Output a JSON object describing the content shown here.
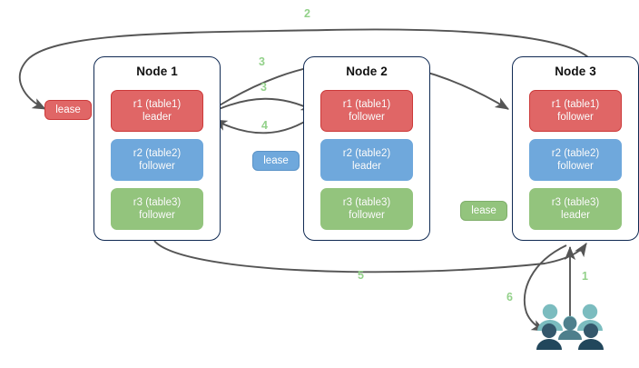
{
  "diagram": {
    "title": "Raft multi-node replica lease diagram",
    "background": "#ffffff",
    "colors": {
      "leader_red": "#e06666",
      "replica_blue": "#6fa8dc",
      "replica_green": "#93c47d",
      "node_border": "#102a53",
      "edge": "#555555",
      "label_green": "#93d18a",
      "users_light": "#7bbcbf",
      "users_dark": "#34576b"
    }
  },
  "nodes": [
    {
      "title": "Node 1",
      "replicas": [
        {
          "name": "r1 (table1)",
          "role": "leader",
          "color": "red"
        },
        {
          "name": "r2 (table2)",
          "role": "follower",
          "color": "blue"
        },
        {
          "name": "r3 (table3)",
          "role": "follower",
          "color": "green"
        }
      ]
    },
    {
      "title": "Node 2",
      "replicas": [
        {
          "name": "r1 (table1)",
          "role": "follower",
          "color": "red"
        },
        {
          "name": "r2 (table2)",
          "role": "leader",
          "color": "blue"
        },
        {
          "name": "r3 (table3)",
          "role": "follower",
          "color": "green"
        }
      ]
    },
    {
      "title": "Node 3",
      "replicas": [
        {
          "name": "r1 (table1)",
          "role": "follower",
          "color": "red"
        },
        {
          "name": "r2 (table2)",
          "role": "follower",
          "color": "blue"
        },
        {
          "name": "r3 (table3)",
          "role": "leader",
          "color": "green"
        }
      ]
    }
  ],
  "leases": [
    {
      "label": "lease",
      "color": "red"
    },
    {
      "label": "lease",
      "color": "blue"
    },
    {
      "label": "lease",
      "color": "green"
    }
  ],
  "edge_labels": [
    {
      "id": "step-1",
      "text": "1"
    },
    {
      "id": "step-2",
      "text": "2"
    },
    {
      "id": "step-3a",
      "text": "3"
    },
    {
      "id": "step-3b",
      "text": "3"
    },
    {
      "id": "step-4",
      "text": "4"
    },
    {
      "id": "step-5",
      "text": "5"
    },
    {
      "id": "step-6",
      "text": "6"
    }
  ],
  "icons": {
    "users": "users-group-icon"
  }
}
